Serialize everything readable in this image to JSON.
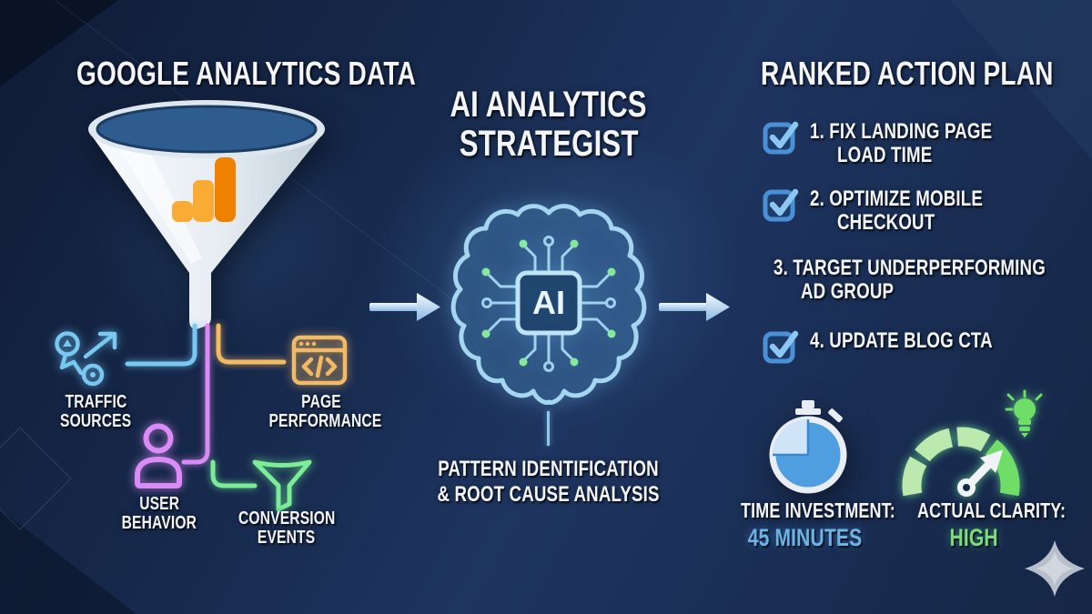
{
  "left_panel": {
    "title": "GOOGLE ANALYTICS DATA",
    "inputs": [
      {
        "label_line1": "TRAFFIC",
        "label_line2": "SOURCES",
        "color": "#79c8f0",
        "icon": "route-branch-icon"
      },
      {
        "label_line1": "USER",
        "label_line2": "BEHAVIOR",
        "color": "#da8bf5",
        "icon": "user-icon"
      },
      {
        "label_line1": "PAGE",
        "label_line2": "PERFORMANCE",
        "color": "#f3ba66",
        "icon": "browser-code-icon"
      },
      {
        "label_line1": "CONVERSION",
        "label_line2": "EVENTS",
        "color": "#7cec96",
        "icon": "funnel-icon"
      }
    ]
  },
  "center_panel": {
    "title_line1": "AI ANALYTICS",
    "title_line2": "STRATEGIST",
    "chip_label": "AI",
    "caption_line1": "PATTERN IDENTIFICATION",
    "caption_line2": "& ROOT CAUSE ANALYSIS"
  },
  "right_panel": {
    "title": "RANKED ACTION PLAN",
    "checklist": [
      {
        "line1": "1. FIX LANDING PAGE",
        "line2": "LOAD TIME"
      },
      {
        "line1": "2. OPTIMIZE MOBILE",
        "line2": "CHECKOUT"
      },
      {
        "line1": "3. TARGET UNDERPERFORMING",
        "line2": "AD GROUP"
      },
      {
        "line1": "4. UPDATE BLOG CTA",
        "line2": ""
      }
    ],
    "time_metric": {
      "label": "TIME INVESTMENT:",
      "value": "45 MINUTES",
      "value_color": "#6fb3e3",
      "icon": "stopwatch-icon"
    },
    "clarity_metric": {
      "label": "ACTUAL CLARITY:",
      "value": "HIGH",
      "value_color": "#7fd97f",
      "icon": "gauge-icon"
    }
  },
  "colors": {
    "background": "#16284a",
    "accent_blue": "#79c8f0",
    "accent_purple": "#da8bf5",
    "accent_orange": "#f3ba66",
    "accent_green": "#7cec96",
    "checkbox_blue": "#4a90d6",
    "text_white": "#f3f5f8"
  }
}
